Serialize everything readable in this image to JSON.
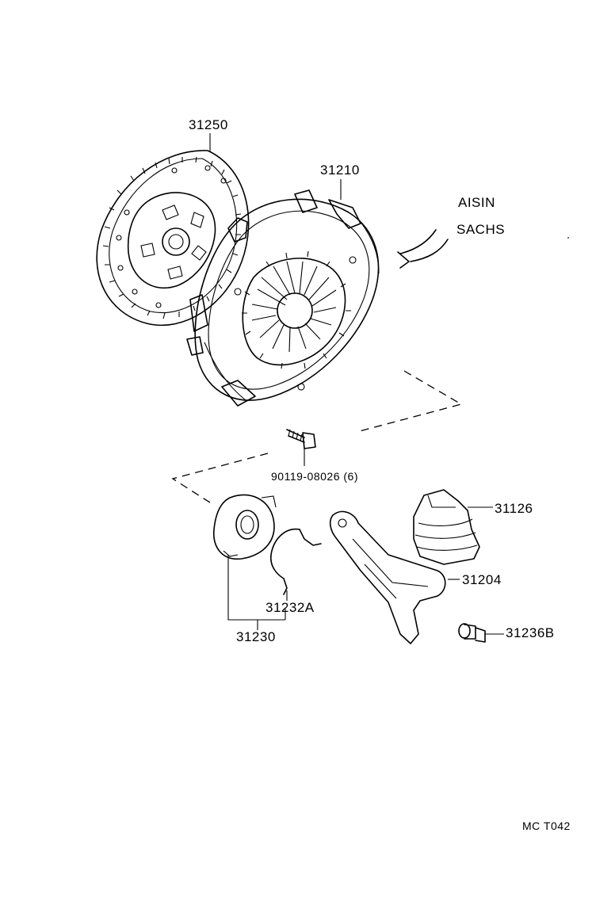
{
  "labels": {
    "clutch_disc": "31250",
    "clutch_cover": "31210",
    "brand_line1": "AISIN",
    "brand_line2": "SACHS",
    "bolt": "90119-08026 (6)",
    "boot": "31126",
    "release_fork": "31204",
    "clip": "31232A",
    "bearing_assy": "31230",
    "support": "31236B",
    "figure_code": "MC  T042"
  },
  "colors": {
    "ink": "#000000",
    "paper": "#ffffff"
  }
}
